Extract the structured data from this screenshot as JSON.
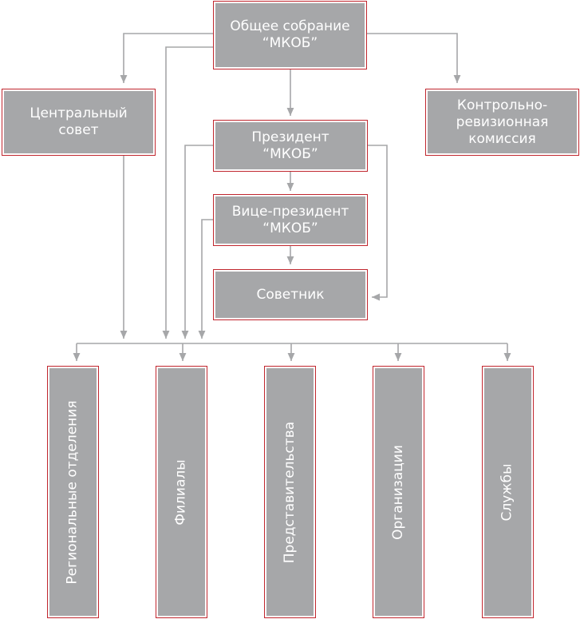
{
  "colors": {
    "box_fill": "#a6a7a9",
    "box_border": "#c0262e",
    "connector": "#a6a7a9",
    "text": "#ffffff"
  },
  "nodes": {
    "general_assembly": "Общее собрание\n“МКОБ”",
    "central_council": "Центральный\nсовет",
    "audit_commission": "Контрольно-\nревизионная\nкомиссия",
    "president": "Президент\n“МКОБ”",
    "vice_president": "Вице-президент\n“МКОБ”",
    "advisor": "Советник",
    "regional_branches": "Региональные отделения",
    "branches": "Филиалы",
    "representative_offices": "Представительства",
    "organizations": "Организации",
    "services": "Службы"
  }
}
